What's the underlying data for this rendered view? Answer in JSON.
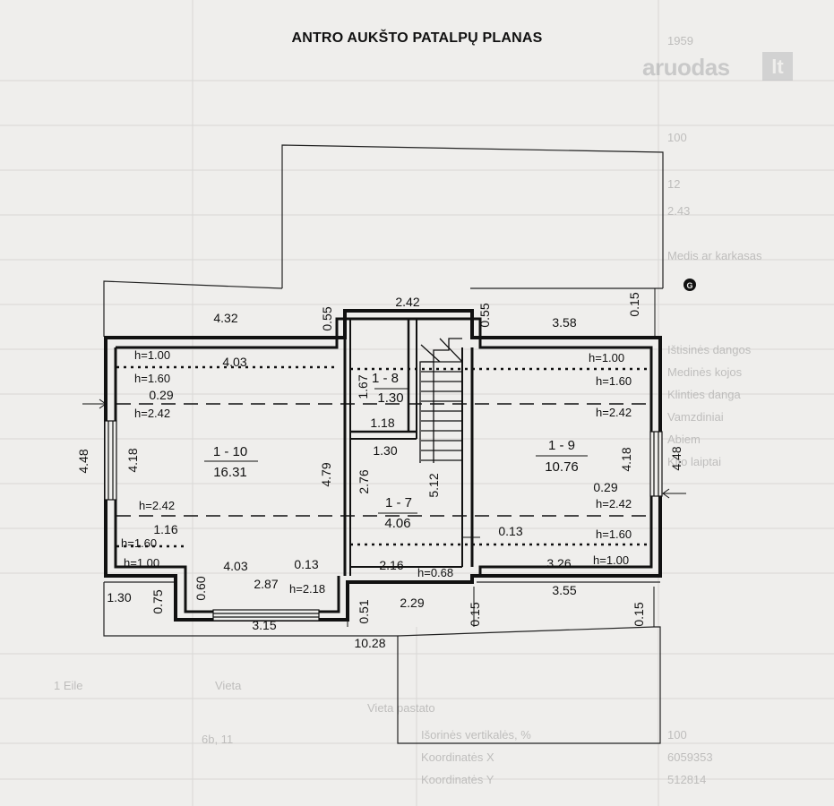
{
  "title": "ANTRO AUKŠTO PATALPŲ PLANAS",
  "watermark": {
    "text": "aruodas",
    "badge": "lt"
  },
  "compass": "G",
  "rooms": [
    {
      "id": "1 - 10",
      "area": "16.31"
    },
    {
      "id": "1 - 9",
      "area": "10.76"
    },
    {
      "id": "1 - 8",
      "area": "1.30"
    },
    {
      "id": "1 - 7",
      "area": "4.06"
    }
  ],
  "dimensions": {
    "d432": "4.32",
    "d055a": "0.55",
    "d242": "2.42",
    "d055b": "0.55",
    "d358": "3.58",
    "d015a": "0.15",
    "d403a": "4.03",
    "d029a": "0.29",
    "d448a": "4.48",
    "d418a": "4.18",
    "d479": "4.79",
    "d276": "2.76",
    "d512": "5.12",
    "d167": "1.67",
    "d118": "1.18",
    "d130a": "1.30",
    "d418b": "4.18",
    "d448b": "4.48",
    "d029b": "0.29",
    "d013a": "0.13",
    "d116": "1.16",
    "d403b": "4.03",
    "d013b": "0.13",
    "d287": "2.87",
    "d216": "2.16",
    "d326": "3.26",
    "d130b": "1.30",
    "d075": "0.75",
    "d060": "0.60",
    "d315": "3.15",
    "d051": "0.51",
    "d229": "2.29",
    "d015b": "0.15",
    "d355": "3.55",
    "d015c": "0.15",
    "d1028": "10.28"
  },
  "heights": {
    "l100": "h=1.00",
    "l160": "h=1.60",
    "l242": "h=2.42",
    "r100": "h=1.00",
    "r160": "h=1.60",
    "r242": "h=2.42",
    "bl242": "h=2.42",
    "bl160": "h=1.60",
    "bl100": "h=1.00",
    "br242": "h=2.42",
    "br160": "h=1.60",
    "br100": "h=1.00",
    "b218": "h=2.18",
    "b068": "h=0.68"
  },
  "background_text": {
    "t1": "Vieta",
    "t2": "1 Eile",
    "c1": "Medis ar karkasas",
    "c2": "Vieta pastato",
    "c3": "Ištisinės dangos",
    "c4": "Medinės kojos",
    "c5": "Klinties danga",
    "c6": "Vamzdiniai",
    "c7": "Abiem",
    "c8": "Kito laiptai",
    "n1": "100",
    "n2": "12",
    "n3": "2.43",
    "n4": "1959",
    "r1": "Išorinės vertikalės, %",
    "r2": "Koordinatės X",
    "r3": "Koordinatės Y",
    "r4": "100",
    "r5": "6059353",
    "r6": "512814",
    "r7": "6b, 11"
  }
}
